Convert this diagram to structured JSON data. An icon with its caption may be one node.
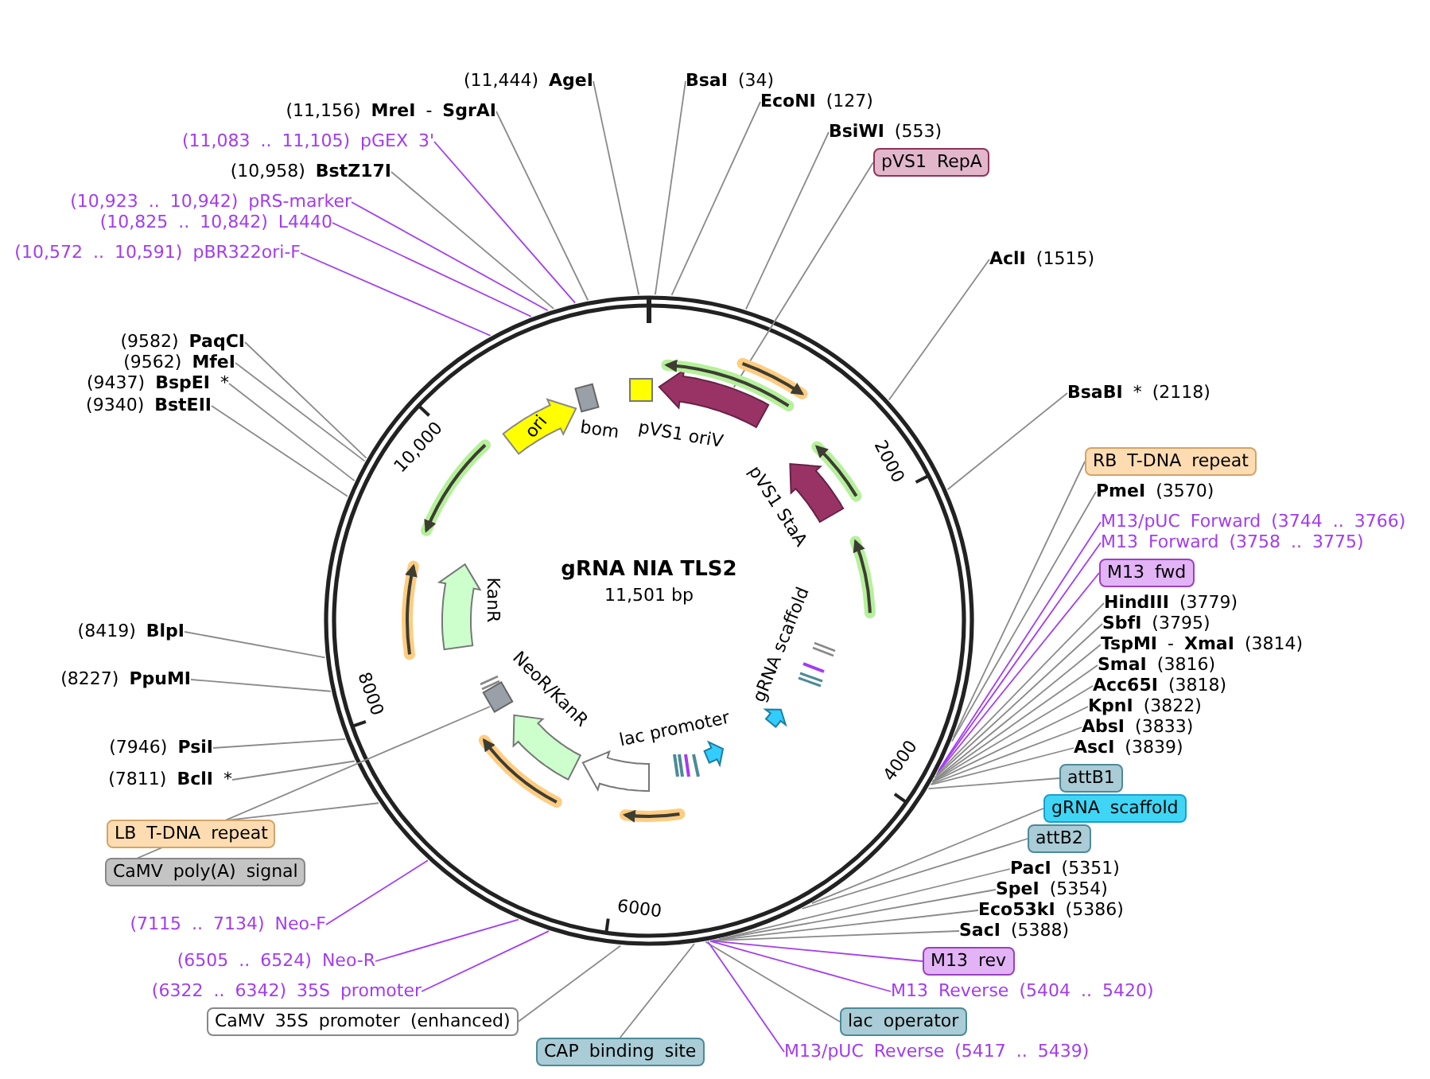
{
  "diagram": {
    "title": "gRNA NIA TLS2",
    "nodes": [
      {
        "text": [
          "(11,444) **AgeI**"
        ]
      },
      {
        "text": [
          "**BsaI** (34)"
        ]
      },
      {
        "text": [
          "**EcoNI** (127)"
        ]
      },
      {
        "text": [
          "**BsiWI** (553)"
        ]
      },
      {
        "text": [
          "pVS1 RepA"
        ]
      },
      {
        "text": [
          "**AclI** (1515)"
        ]
      },
      {
        "text": [
          "**BsaBI** * (2118)"
        ]
      },
      {
        "text": [
          "RB T-DNA repeat"
        ]
      },
      {
        "text": [
          "**PmeI** (3570)"
        ]
      },
      {
        "text": [
          "M13/pUC Forward (3744 .. 3766)"
        ]
      },
      {
        "text": [
          "M13 Forward (3758 .. 3775)"
        ]
      },
      {
        "text": [
          "M13 fwd"
        ]
      },
      {
        "text": [
          "**HindIII** (3779)"
        ]
      },
      {
        "text": [
          "**SbfI** (3795)"
        ]
      },
      {
        "text": [
          "**TspMI** - **XmaI** (3814)"
        ]
      },
      {
        "text": [
          "**SmaI** (3816)"
        ]
      },
      {
        "text": [
          "**Acc65I** (3818)"
        ]
      },
      {
        "text": [
          "**KpnI** (3822)"
        ]
      },
      {
        "text": [
          "**AbsI** (3833)"
        ]
      },
      {
        "text": [
          "**AscI** (3839)"
        ]
      },
      {
        "text": [
          "attB1"
        ]
      },
      {
        "text": [
          "gRNA scaffold"
        ]
      },
      {
        "text": [
          "attB2"
        ]
      },
      {
        "text": [
          "**PacI** (5351)"
        ]
      },
      {
        "text": [
          "**SpeI** (5354)"
        ]
      },
      {
        "text": [
          "**Eco53kI** (5386)"
        ]
      },
      {
        "text": [
          "**SacI** (5388)"
        ]
      },
      {
        "text": [
          "M13 rev"
        ]
      },
      {
        "text": [
          "M13 Reverse (5404 .. 5420)"
        ]
      },
      {
        "text": [
          "lac operator"
        ]
      },
      {
        "text": [
          "M13/pUC Reverse (5417 .. 5439)"
        ]
      },
      {
        "text": [
          "CAP binding site"
        ]
      },
      {
        "text": [
          "CaMV 35S promoter (enhanced)"
        ]
      },
      {
        "text": [
          "(6322 .. 6342) 35S promoter"
        ]
      },
      {
        "text": [
          "(6505 .. 6524) Neo-R"
        ]
      },
      {
        "text": [
          "(7115 .. 7134) Neo-F"
        ]
      },
      {
        "text": [
          "CaMV poly(A) signal"
        ]
      },
      {
        "text": [
          "LB T-DNA repeat"
        ]
      },
      {
        "text": [
          "(7811) **BclI** *"
        ]
      },
      {
        "text": [
          "(7946) **PsiI**"
        ]
      },
      {
        "text": [
          "(8227) **PpuMI**"
        ]
      },
      {
        "text": [
          "(8419) **BlpI**"
        ]
      },
      {
        "text": [
          "(9340) **BstEII**"
        ]
      },
      {
        "text": [
          "(9437) **BspEI** *"
        ]
      },
      {
        "text": [
          "(9562) **MfeI**"
        ]
      },
      {
        "text": [
          "(9582) **PaqCI**"
        ]
      },
      {
        "text": [
          "(10,572 .. 10,591) pBR322ori-F"
        ]
      },
      {
        "text": [
          "(10,825 .. 10,842) L4440"
        ]
      },
      {
        "text": [
          "(10,923 .. 10,942) pRS-marker"
        ]
      },
      {
        "text": [
          "(10,958) **BstZ17I**"
        ]
      },
      {
        "text": [
          "(11,083 .. 11,105) pGEX 3'"
        ]
      },
      {
        "text": [
          "(11,156) **MreI** - **SgrAI**"
        ]
      },
      {
        "text": [
          "ori"
        ]
      },
      {
        "text": [
          "bom"
        ]
      },
      {
        "text": [
          "pVS1 oriV"
        ]
      },
      {
        "text": [],
        "shape": "arrow"
      },
      {
        "text": [
          "pVS1 StaA"
        ]
      },
      {
        "text": [
          "KanR"
        ]
      },
      {
        "text": [
          "NeoR/KanR"
        ]
      },
      {
        "text": [],
        "shape": "box"
      },
      {
        "text": [
          "lac promoter"
        ]
      },
      {
        "text": [
          "gRNA scaffold"
        ]
      },
      {
        "text": [],
        "shape": "arrow"
      },
      {
        "text": [],
        "shape": "arrow"
      },
      {
        "text": [],
        "shape": "arrow"
      },
      {
        "text": [],
        "shape": "arrow"
      },
      {
        "text": [],
        "shape": "arrow"
      },
      {
        "text": [],
        "shape": "arrow"
      },
      {
        "text": [],
        "shape": "arrow"
      },
      {
        "text": [],
        "shape": "arrow"
      },
      {
        "text": [],
        "shape": "arrow"
      }
    ],
    "edges": [
      {
        "from": 0,
        "to": null,
        "arrow": "none"
      },
      {
        "from": 1,
        "to": null,
        "arrow": "none"
      },
      {
        "from": 2,
        "to": null,
        "arrow": "none"
      },
      {
        "from": 3,
        "to": null,
        "arrow": "none"
      },
      {
        "from": 4,
        "to": 55,
        "arrow": "none"
      },
      {
        "from": 5,
        "to": null,
        "arrow": "none"
      },
      {
        "from": 6,
        "to": null,
        "arrow": "none"
      },
      {
        "from": 7,
        "to": null,
        "arrow": "none"
      },
      {
        "from": 8,
        "to": null,
        "arrow": "none"
      },
      {
        "from": 9,
        "to": null,
        "arrow": "none",
        "color": "#a33cf0"
      },
      {
        "from": 10,
        "to": null,
        "arrow": "none",
        "color": "#a33cf0"
      },
      {
        "from": 11,
        "to": null,
        "arrow": "none",
        "color": "#a33cf0"
      },
      {
        "from": 12,
        "to": null,
        "arrow": "none"
      },
      {
        "from": 13,
        "to": null,
        "arrow": "none"
      },
      {
        "from": 14,
        "to": null,
        "arrow": "none"
      },
      {
        "from": 15,
        "to": null,
        "arrow": "none"
      },
      {
        "from": 16,
        "to": null,
        "arrow": "none"
      },
      {
        "from": 17,
        "to": null,
        "arrow": "none"
      },
      {
        "from": 18,
        "to": null,
        "arrow": "none"
      },
      {
        "from": 19,
        "to": null,
        "arrow": "none"
      },
      {
        "from": 20,
        "to": null,
        "arrow": "none"
      },
      {
        "from": 21,
        "to": null,
        "arrow": "none"
      },
      {
        "from": 22,
        "to": null,
        "arrow": "none"
      },
      {
        "from": 23,
        "to": null,
        "arrow": "none"
      },
      {
        "from": 24,
        "to": null,
        "arrow": "none"
      },
      {
        "from": 25,
        "to": null,
        "arrow": "none"
      },
      {
        "from": 26,
        "to": null,
        "arrow": "none"
      },
      {
        "from": 27,
        "to": null,
        "arrow": "none",
        "color": "#a33cf0"
      },
      {
        "from": 28,
        "to": null,
        "arrow": "none",
        "color": "#a33cf0"
      },
      {
        "from": 29,
        "to": null,
        "arrow": "none"
      },
      {
        "from": 30,
        "to": null,
        "arrow": "none",
        "color": "#a33cf0"
      },
      {
        "from": 31,
        "to": null,
        "arrow": "none"
      },
      {
        "from": 32,
        "to": null,
        "arrow": "none"
      },
      {
        "from": 33,
        "to": null,
        "arrow": "none",
        "color": "#a33cf0"
      },
      {
        "from": 34,
        "to": null,
        "arrow": "none",
        "color": "#a33cf0"
      },
      {
        "from": 35,
        "to": null,
        "arrow": "none",
        "color": "#a33cf0"
      },
      {
        "from": 36,
        "to": 59,
        "arrow": "none"
      },
      {
        "from": 37,
        "to": null,
        "arrow": "none"
      },
      {
        "from": 38,
        "to": null,
        "arrow": "none"
      },
      {
        "from": 39,
        "to": null,
        "arrow": "none"
      },
      {
        "from": 40,
        "to": null,
        "arrow": "none"
      },
      {
        "from": 41,
        "to": null,
        "arrow": "none"
      },
      {
        "from": 42,
        "to": null,
        "arrow": "none"
      },
      {
        "from": 43,
        "to": null,
        "arrow": "none"
      },
      {
        "from": 44,
        "to": null,
        "arrow": "none"
      },
      {
        "from": 45,
        "to": null,
        "arrow": "none"
      },
      {
        "from": 46,
        "to": null,
        "arrow": "none",
        "color": "#a33cf0"
      },
      {
        "from": 47,
        "to": null,
        "arrow": "none",
        "color": "#a33cf0"
      },
      {
        "from": 48,
        "to": null,
        "arrow": "none",
        "color": "#a33cf0"
      },
      {
        "from": 49,
        "to": null,
        "arrow": "none"
      },
      {
        "from": 50,
        "to": null,
        "arrow": "none",
        "color": "#a33cf0"
      },
      {
        "from": 51,
        "to": null,
        "arrow": "none"
      }
    ],
    "labels": [
      "11,501 bp",
      "2000",
      "4000",
      "6000",
      "8000",
      "10,000"
    ]
  }
}
